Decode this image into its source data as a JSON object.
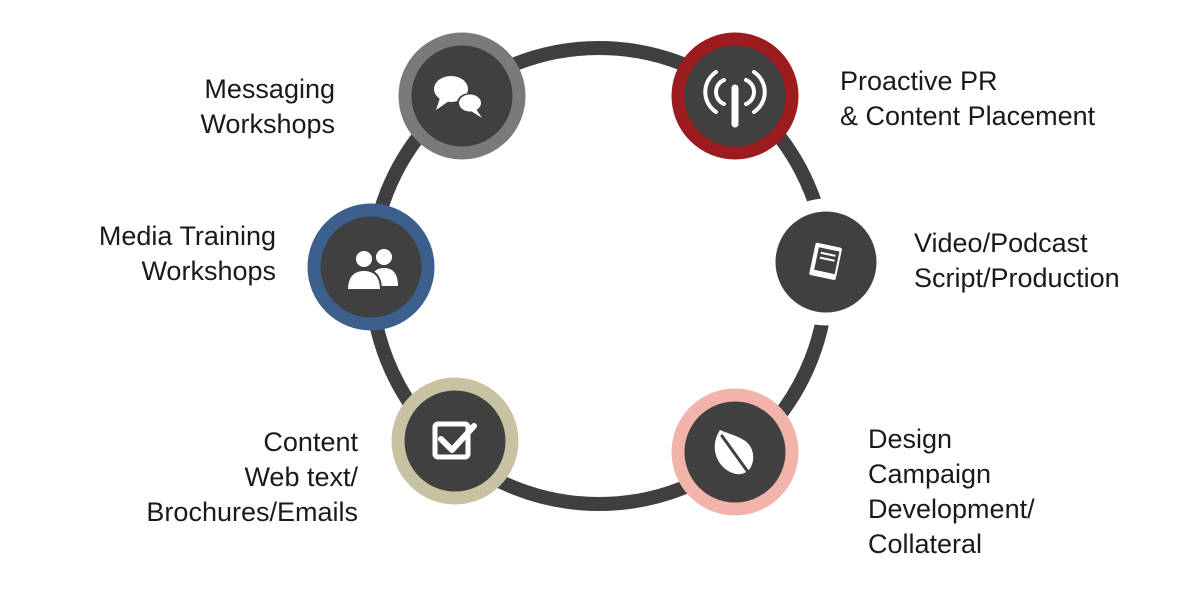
{
  "colors": {
    "ring": "#3f3f3f",
    "node_fill": "#404040",
    "icon": "#ffffff",
    "messaging_border": "#7a7a7a",
    "proactive_border": "#9b1b1e",
    "media_border": "#3c5f8e",
    "video_border": "#ffffff",
    "content_border": "#c9c2a2",
    "design_border": "#f2b3ab",
    "text": "#1a1a1a"
  },
  "nodes": [
    {
      "id": "messaging",
      "icon": "chat-bubbles-icon",
      "label_lines": [
        "Messaging",
        "Workshops"
      ]
    },
    {
      "id": "proactive",
      "icon": "broadcast-antenna-icon",
      "label_lines": [
        "Proactive PR",
        "& Content Placement"
      ]
    },
    {
      "id": "media",
      "icon": "users-icon",
      "label_lines": [
        "Media Training",
        "Workshops"
      ]
    },
    {
      "id": "video",
      "icon": "book-icon",
      "label_lines": [
        "Video/Podcast",
        "Script/Production"
      ]
    },
    {
      "id": "content",
      "icon": "checkbox-icon",
      "label_lines": [
        "Content",
        "Web text/",
        "Brochures/Emails"
      ]
    },
    {
      "id": "design",
      "icon": "leaf-icon",
      "label_lines": [
        "Design",
        "Campaign",
        "Development/",
        "Collateral"
      ]
    }
  ]
}
